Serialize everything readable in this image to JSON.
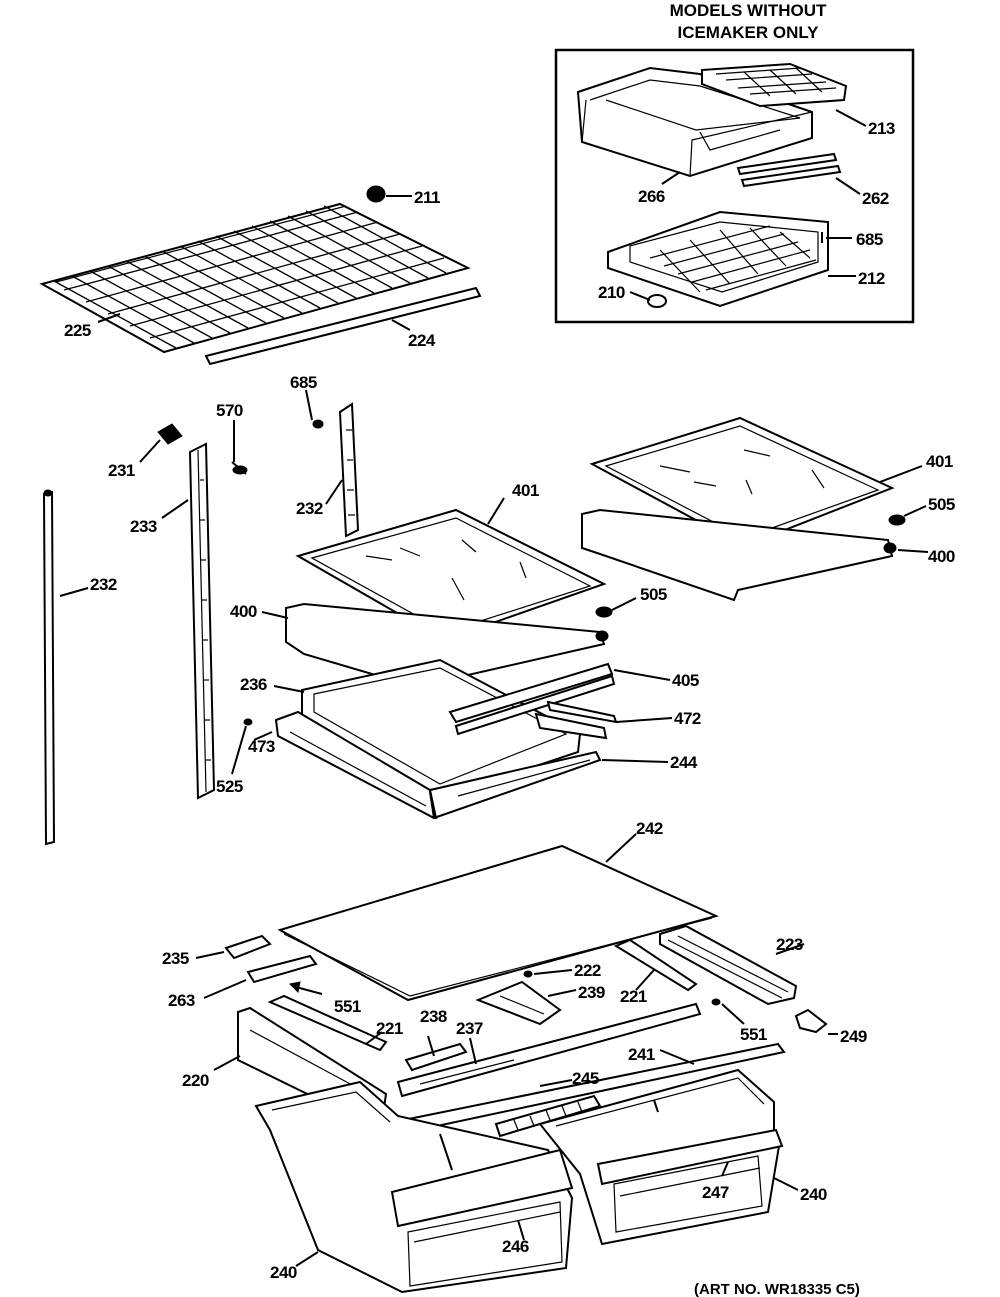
{
  "inset": {
    "title_line1": "MODELS WITHOUT",
    "title_line2": "ICEMAKER ONLY"
  },
  "art_number": "(ART NO. WR18335 C5)",
  "callouts": {
    "c211": "211",
    "c213": "213",
    "c266": "266",
    "c262": "262",
    "c685_inset": "685",
    "c212": "212",
    "c210": "210",
    "c225": "225",
    "c224": "224",
    "c685": "685",
    "c570": "570",
    "c231": "231",
    "c232_upper": "232",
    "c233": "233",
    "c232_left": "232",
    "c401_center": "401",
    "c401_right": "401",
    "c505_right": "505",
    "c400_right": "400",
    "c400_left": "400",
    "c505_center": "505",
    "c236": "236",
    "c405": "405",
    "c472": "472",
    "c473": "473",
    "c244": "244",
    "c525": "525",
    "c242": "242",
    "c223": "223",
    "c235": "235",
    "c222": "222",
    "c239": "239",
    "c221_right": "221",
    "c263": "263",
    "c551_left": "551",
    "c221_left": "221",
    "c238": "238",
    "c237": "237",
    "c551_right": "551",
    "c249": "249",
    "c241": "241",
    "c220": "220",
    "c245": "245",
    "c247": "247",
    "c240_right": "240",
    "c246": "246",
    "c240_left": "240"
  }
}
